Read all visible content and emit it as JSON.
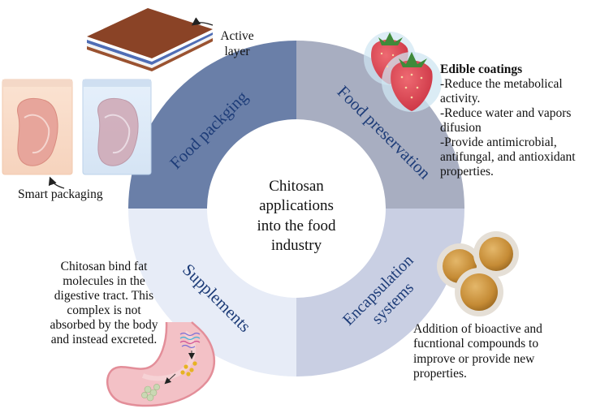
{
  "center": {
    "line1": "Chitosan",
    "line2": "applications",
    "line3": "into the food",
    "line4": "industry"
  },
  "segments": {
    "food_packaging": "Food packging",
    "food_preservation": "Food preservation",
    "encapsulation_line1": "Encapsulation",
    "encapsulation_line2": "systems",
    "supplements": "Supplements"
  },
  "labels": {
    "active_layer_line1": "Active",
    "active_layer_line2": "layer",
    "smart_packaging": "Smart packaging"
  },
  "edible_coatings": {
    "title": "Edible coatings",
    "item1_line1": "-Reduce the metabolical",
    "item1_line2": "activity.",
    "item2_line1": "-Reduce water and vapors",
    "item2_line2": "difusion",
    "item3_line1": "-Provide antimicrobial,",
    "item3_line2": "antifungal, and antioxidant",
    "item3_line3": "properties."
  },
  "supplements_text": {
    "line1": "Chitosan  bind fat",
    "line2": "molecules in the",
    "line3": "digestive tract. This",
    "line4": "complex is not",
    "line5": "absorbed by the body",
    "line6": "and instead excreted."
  },
  "encapsulation_text": {
    "line1": "Addition of bioactive and",
    "line2": "fucntional compounds to",
    "line3": "improve or provide new",
    "line4": "properties."
  },
  "colors": {
    "food_packaging": "#6a7fa8",
    "food_preservation": "#a8aec1",
    "encapsulation": "#c9cfe3",
    "supplements": "#e7ecf7",
    "segment_text": "#1d3c78"
  }
}
